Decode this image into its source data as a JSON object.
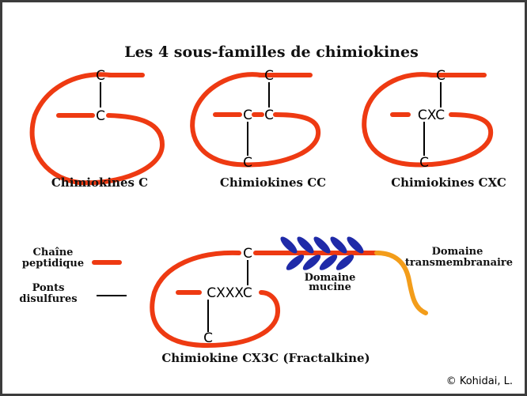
{
  "title": "Les 4 sous-familles de chimiokines",
  "colors": {
    "peptide": "#ee3a12",
    "transmembrane": "#f39d1a",
    "mucin": "#1f2aa8",
    "disulfide": "#000000",
    "frame": "#3c3c3c"
  },
  "families": [
    {
      "name": "Chimiokines C",
      "cys_top": "C",
      "cys_bottom": "C"
    },
    {
      "name": "Chimiokines CC",
      "cys_top": "C",
      "cys_left": "C",
      "cys_right": "C",
      "cys_bottom": "C"
    },
    {
      "name": "Chimiokines CXC",
      "cys_top": "C",
      "motif": "CXC",
      "cys_bottom": "C"
    }
  ],
  "fractalkine": {
    "name": "Chimiokine CX3C (Fractalkine)",
    "cys_top": "C",
    "motif": "CXXXC",
    "cys_bottom": "C",
    "mucin_label_1": "Domaine",
    "mucin_label_2": "mucine",
    "tm_label_1": "Domaine",
    "tm_label_2": "transmembranaire"
  },
  "legend": {
    "chain_1": "Chaîne",
    "chain_2": "peptidique",
    "bridge_1": "Ponts",
    "bridge_2": "disulfures"
  },
  "credit": "© Kohidai, L."
}
